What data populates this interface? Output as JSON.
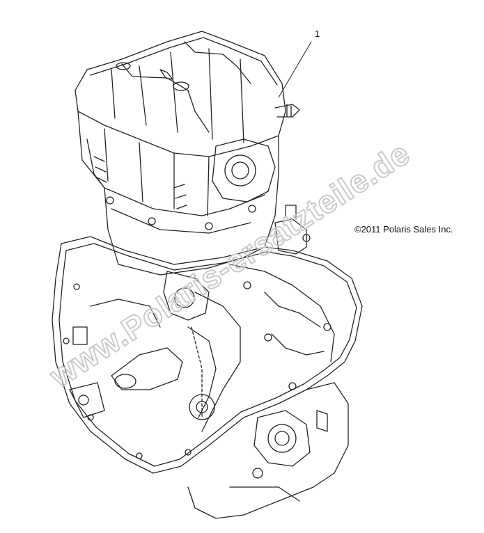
{
  "diagram": {
    "callout": "1",
    "copyright": "©2011 Polaris Sales Inc.",
    "watermark": "www.Polaris-ersatzteile.de"
  }
}
